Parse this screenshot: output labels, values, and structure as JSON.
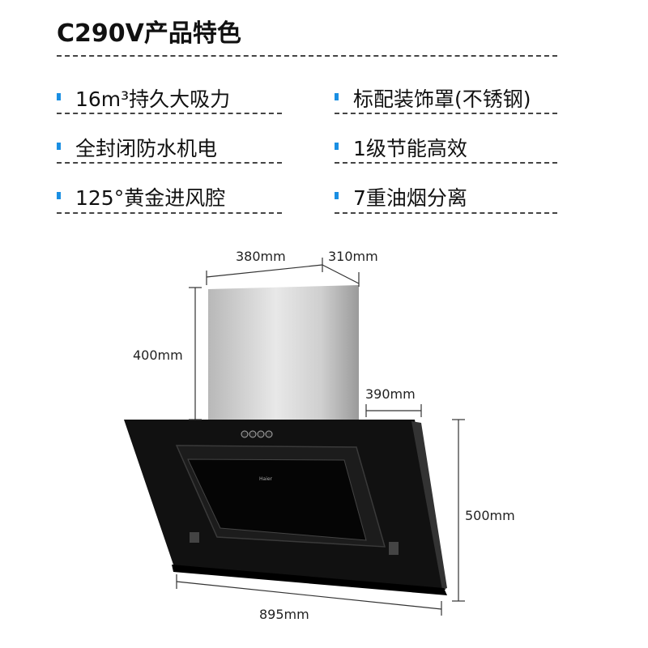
{
  "title": "C290V产品特色",
  "features": [
    {
      "text": "16m³持久大吸力"
    },
    {
      "text": "标配装饰罩(不锈钢)"
    },
    {
      "text": "全封闭防水机电"
    },
    {
      "text": "1级节能高效"
    },
    {
      "text": "125°黄金进风腔"
    },
    {
      "text": "7重油烟分离"
    }
  ],
  "dimensions": {
    "chimney_width": "380mm",
    "chimney_depth": "310mm",
    "chimney_height": "400mm",
    "body_depth": "390mm",
    "body_height": "500mm",
    "body_width": "895mm"
  },
  "colors": {
    "bullet": "#1a8fe3"
  }
}
